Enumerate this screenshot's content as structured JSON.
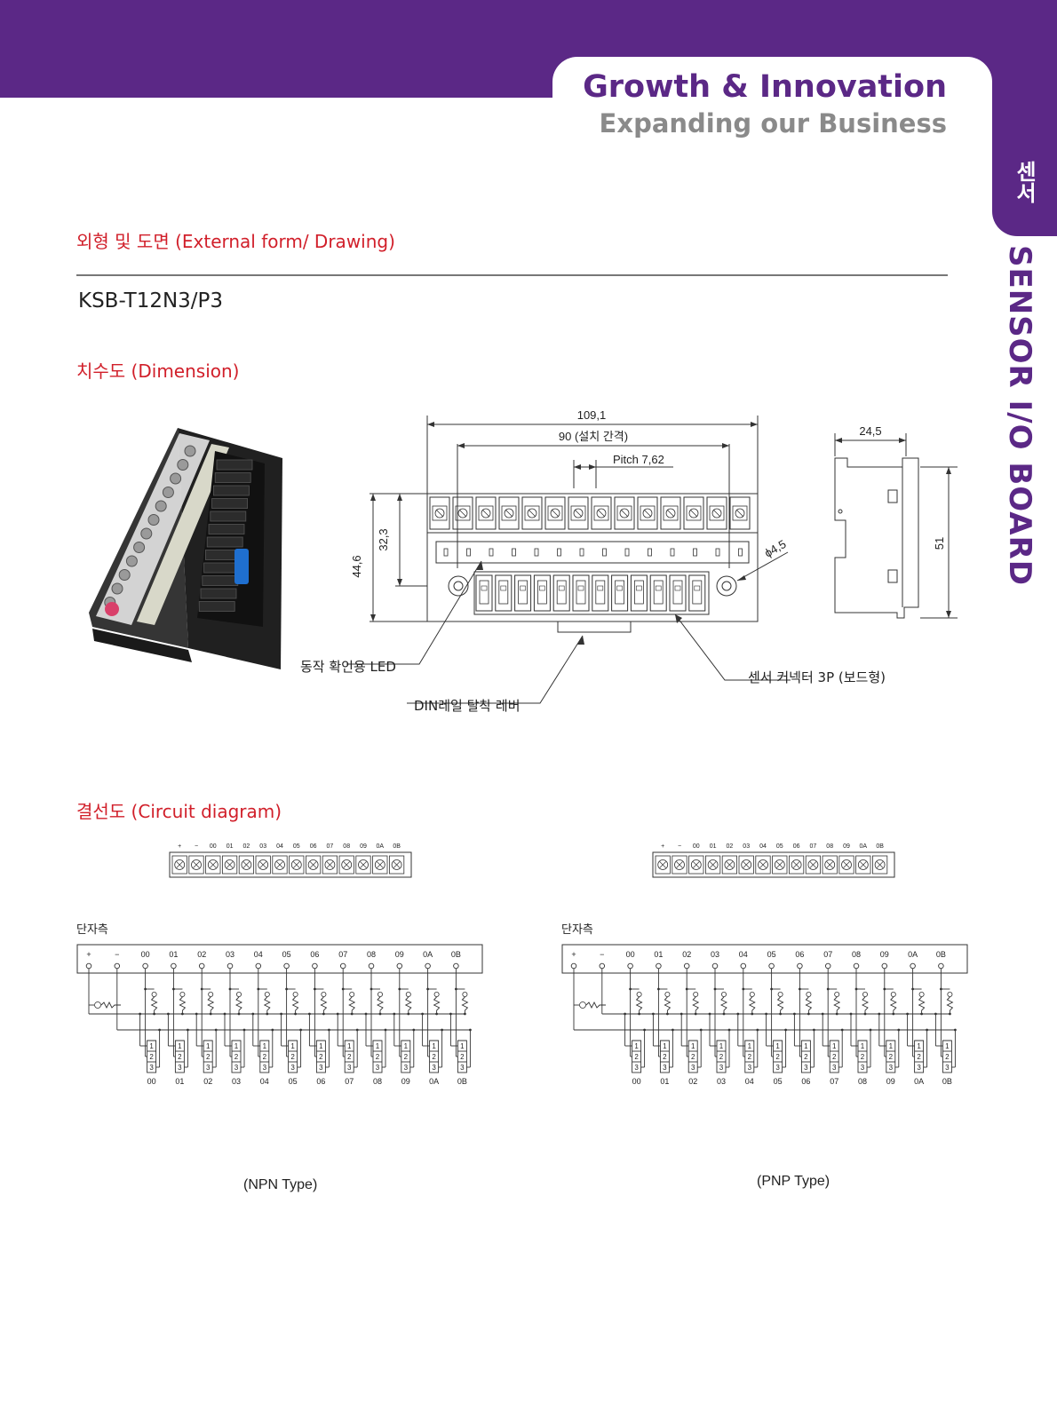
{
  "header": {
    "title": "Growth & Innovation",
    "subtitle": "Expanding our Business",
    "side_tab": "센서",
    "side_title": "SENSOR I/O BOARD"
  },
  "section_external": "외형 및 도면 (External form/ Drawing)",
  "model": "KSB-T12N3/P3",
  "section_dimension": "치수도 (Dimension)",
  "dimensions": {
    "width_total": "109,1",
    "width_mount": "90 (설치 간격)",
    "pitch": "Pitch 7,62",
    "height_total": "44,6",
    "height_inner": "32,3",
    "hole": "ϕ4,5",
    "depth": "24,5",
    "side_height": "51"
  },
  "callouts": {
    "led": "동작 확인용 LED",
    "din": "DIN레일 탈착 레버",
    "connector": "센서 커넥터 3P (보드형)"
  },
  "section_circuit": "결선도 (Circuit diagram)",
  "terminals": [
    "+",
    "−",
    "00",
    "01",
    "02",
    "03",
    "04",
    "05",
    "06",
    "07",
    "08",
    "09",
    "0A",
    "0B"
  ],
  "channels": [
    "00",
    "01",
    "02",
    "03",
    "04",
    "05",
    "06",
    "07",
    "08",
    "09",
    "0A",
    "0B"
  ],
  "connector_pins": [
    "1",
    "2",
    "3"
  ],
  "terminal_side_label": "단자측",
  "diagrams": [
    {
      "caption": "(NPN Type)"
    },
    {
      "caption": "(PNP Type)"
    }
  ],
  "colors": {
    "brand": "#5b2886",
    "section": "#d11f2a",
    "gray": "#8a8a8a"
  }
}
